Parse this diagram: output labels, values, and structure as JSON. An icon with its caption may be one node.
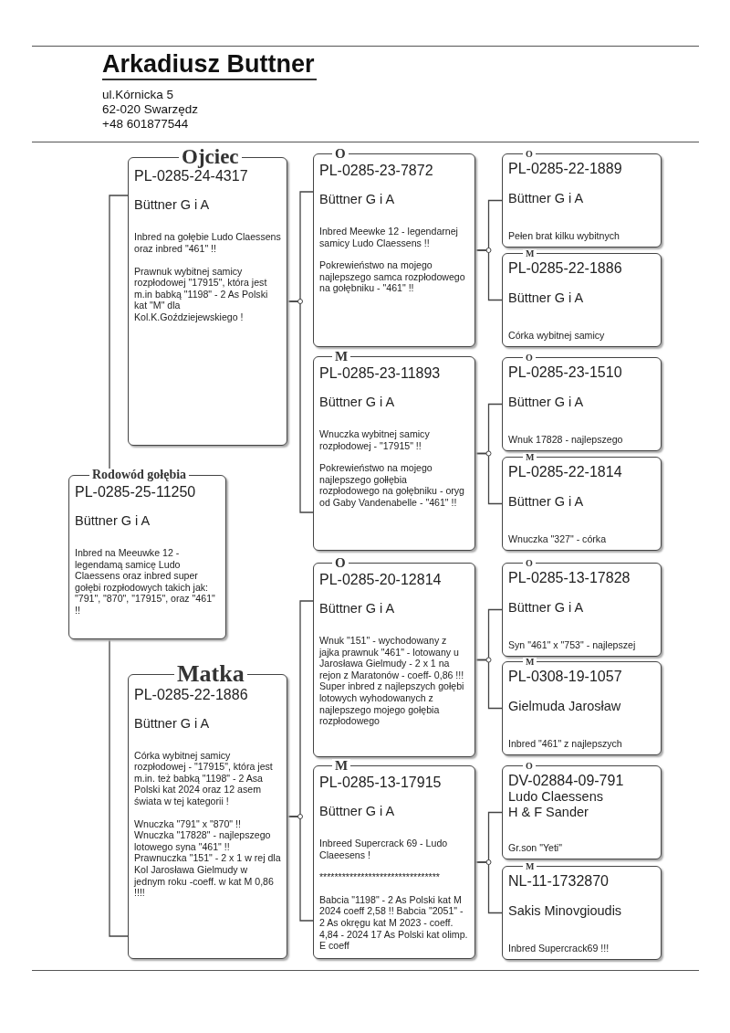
{
  "diagram": {
    "title": "Arkadiusz Buttner",
    "nodes": [
      {
        "text": [
          "Rodowód gołębia",
          "PL-0285-25-11250",
          "Büttner G i A",
          "Inbred na Meeuwke 12 - legendamą samicę Ludo Claessens oraz inbred super gołębi rozpłodowych takich jak: \"791\", \"870\", \"17915\", oraz \"461\" !!"
        ]
      },
      {
        "text": [
          "Ojciec",
          "PL-0285-24-4317",
          "Büttner G i A",
          "Inbred na gołębie Ludo Claessens oraz inbred \"461\" !!",
          "Prawnuk wybitnej samicy rozpłodowej \"17915\", która jest m.in babką \"1198\" - 2 As Polski kat \"M\" dla Kol.K.Goździejewskiego !"
        ]
      },
      {
        "text": [
          "Matka",
          "PL-0285-22-1886",
          "Büttner G i A",
          "Córka wybitnej samicy rozpłodowej - \"17915\", która jest m.in. też babką \"1198\" - 2 Asa Polski kat 2024 oraz 12 asem świata w tej kategorii !",
          "Wnuczka \"791\" x \"870\" !! Wnuczka \"17828\" - najlepszego lotowego syna \"461\" !! Prawnuczka \"151\" - 2 x 1 w rej dla Kol Jarosława Gielmudy w jednym roku -coeff. w kat M 0,86 !!!!"
        ]
      },
      {
        "text": [
          "O",
          "PL-0285-23-7872",
          "Büttner G i A",
          "Inbred Meewke 12 - legendarnej samicy Ludo Claessens !!",
          "Pokrewieństwo na mojego najlepszego samca rozpłodowego na gołębniku - \"461\" !!"
        ]
      },
      {
        "text": [
          "M",
          "PL-0285-23-11893",
          "Büttner G i A",
          "Wnuczka wybitnej samicy rozpłodowej - \"17915\" !!",
          "Pokrewieństwo na mojego najlepszego gołłębia rozpłodowego na gołębniku - oryg od Gaby Vandenabelle - \"461\" !!"
        ]
      },
      {
        "text": [
          "O",
          "PL-0285-20-12814",
          "Büttner G i A",
          "Wnuk \"151\" - wychodowany z jajka prawnuk \"461\" - lotowany u Jarosława Gielmudy - 2 x 1 na rejon z Maratonów - coeff- 0,86 !!! Super inbred z najlepszych gołębi lotowych wyhodowanych z najlepszego mojego gołębia rozpłodowego"
        ]
      },
      {
        "text": [
          "M",
          "PL-0285-13-17915",
          "Büttner G i A",
          "Inbreed Supercrack 69 - Ludo Claeesens !",
          "********************************",
          "Babcia \"1198\" - 2 As Polski kat M 2024 coeff 2,58 !! Babcia \"2051\" - 2 As okręgu kat M 2023 - coeff. 4,84 - 2024 17 As Polski kat olimp. E coeff"
        ]
      },
      {
        "text": [
          "O",
          "PL-0285-22-1889",
          "Büttner G i A",
          "Pełen brat kilku wybitnych"
        ]
      },
      {
        "text": [
          "M",
          "PL-0285-22-1886",
          "Büttner G i A",
          "Córka wybitnej samicy"
        ]
      },
      {
        "text": [
          "O",
          "PL-0285-23-1510",
          "Büttner G i A",
          "Wnuk 17828 - najlepszego"
        ]
      },
      {
        "text": [
          "M",
          "PL-0285-22-1814",
          "Büttner G i A",
          "Wnuczka \"327\" - córka"
        ]
      },
      {
        "text": [
          "O",
          "PL-0285-13-17828",
          "Büttner G i A",
          "Syn \"461\" x \"753\" - najlepszej"
        ]
      },
      {
        "text": [
          "M",
          "PL-0308-19-1057",
          "Gielmuda Jarosław",
          "Inbred \"461\" z najlepszych"
        ]
      },
      {
        "text": [
          "O",
          "DV-02884-09-791",
          "Ludo Claessens",
          "H & F Sander",
          "Gr.son \"Yeti\""
        ]
      },
      {
        "text": [
          "M",
          "NL-11-1732870",
          "Sakis Minovgioudis",
          "Inbred Supercrack69 !!!"
        ]
      }
    ],
    "edges": [
      {
        "from": 0,
        "to": 1,
        "arrow": "none"
      },
      {
        "from": 0,
        "to": 2,
        "arrow": "none"
      },
      {
        "from": 1,
        "to": 3,
        "arrow": "none"
      },
      {
        "from": 1,
        "to": 4,
        "arrow": "none"
      },
      {
        "from": 2,
        "to": 5,
        "arrow": "none"
      },
      {
        "from": 2,
        "to": 6,
        "arrow": "none"
      },
      {
        "from": 3,
        "to": 7,
        "arrow": "none"
      },
      {
        "from": 3,
        "to": 8,
        "arrow": "none"
      },
      {
        "from": 4,
        "to": 9,
        "arrow": "none"
      },
      {
        "from": 4,
        "to": 10,
        "arrow": "none"
      },
      {
        "from": 5,
        "to": 11,
        "arrow": "none"
      },
      {
        "from": 5,
        "to": 12,
        "arrow": "none"
      },
      {
        "from": 6,
        "to": 13,
        "arrow": "none"
      },
      {
        "from": 6,
        "to": 14,
        "arrow": "none"
      }
    ],
    "labels": [
      "ul.Kórnicka 5",
      "62-020 Swarzędz",
      "+48 601877544"
    ]
  }
}
